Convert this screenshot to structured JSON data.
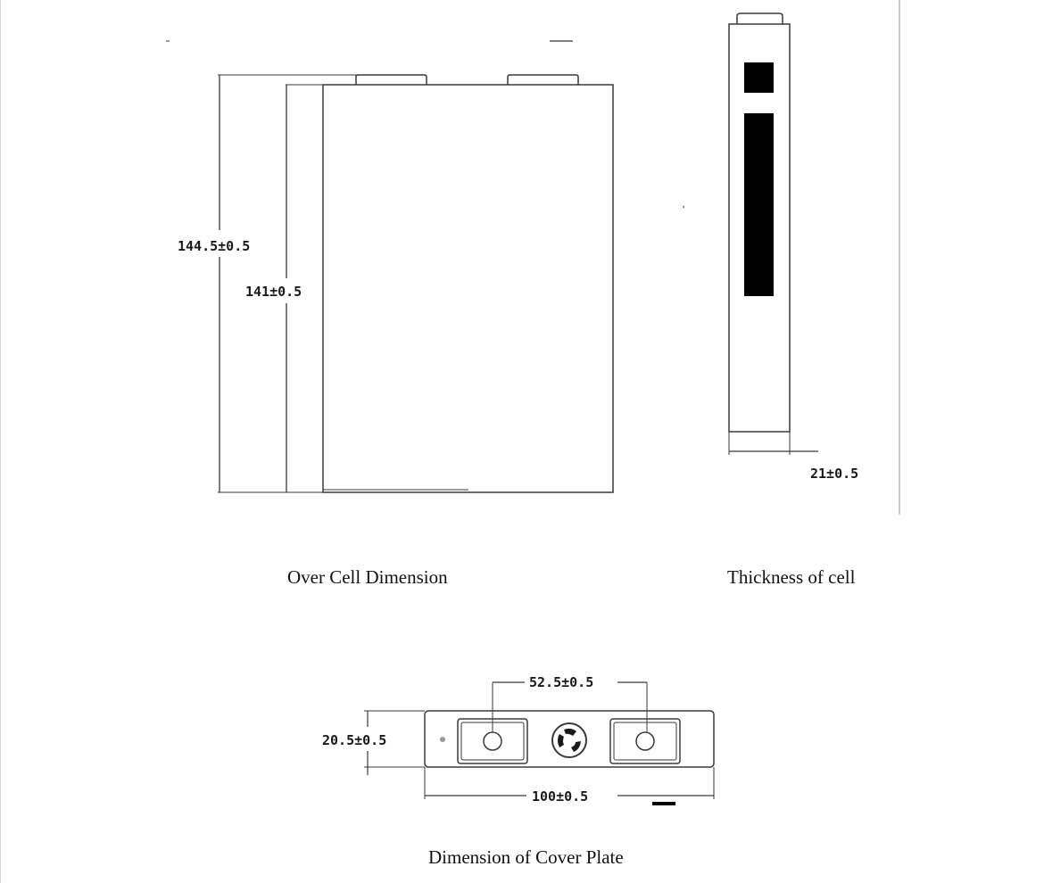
{
  "dimensions": {
    "overall_height": "144.5±0.5",
    "body_height": "141±0.5",
    "thickness": "21±0.5",
    "terminal_spacing": "52.5±0.5",
    "plate_height": "20.5±0.5",
    "plate_width": "100±0.5"
  },
  "captions": {
    "front_view": "Over Cell Dimension",
    "side_view": "Thickness of cell",
    "top_view": "Dimension of Cover Plate"
  },
  "colors": {
    "line": "#3a3a3a",
    "fill_dark": "#000000",
    "paper": "#ffffff"
  }
}
